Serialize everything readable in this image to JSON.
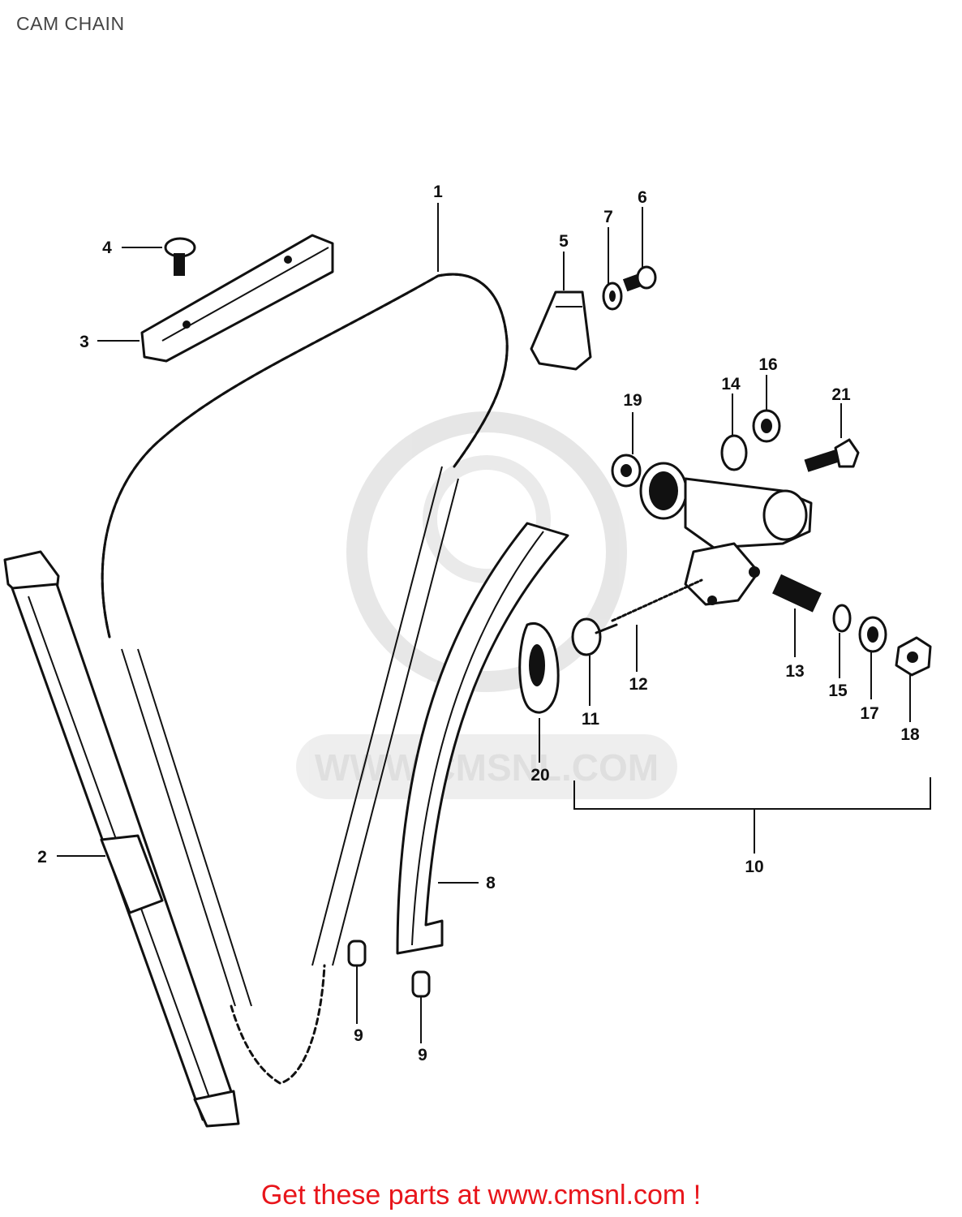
{
  "title": "CAM CHAIN",
  "watermark": "WWW.CMSNL.COM",
  "footer": "Get these parts at www.cmsnl.com !",
  "callouts": {
    "p1": "1",
    "p2": "2",
    "p3": "3",
    "p4": "4",
    "p5": "5",
    "p6": "6",
    "p7": "7",
    "p8": "8",
    "p9a": "9",
    "p9b": "9",
    "p10": "10",
    "p11": "11",
    "p12": "12",
    "p13": "13",
    "p14": "14",
    "p15": "15",
    "p16": "16",
    "p17": "17",
    "p18": "18",
    "p19": "19",
    "p20": "20",
    "p21": "21"
  },
  "colors": {
    "footer": "#e8151b",
    "ink": "#111111",
    "watermark": "#dcdcdc"
  }
}
